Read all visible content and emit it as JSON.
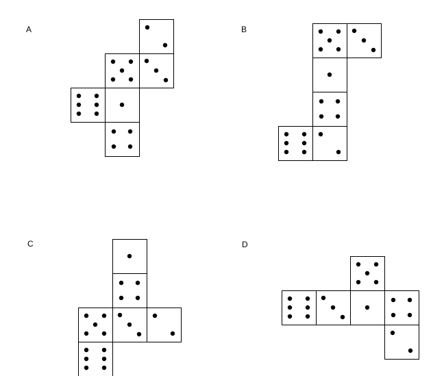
{
  "options": [
    {
      "label": "A",
      "nets": [
        {
          "col": 2,
          "row": 0,
          "pips": 2
        },
        {
          "col": 1,
          "row": 1,
          "pips": 5
        },
        {
          "col": 2,
          "row": 1,
          "pips": 3
        },
        {
          "col": 0,
          "row": 2,
          "pips": 6
        },
        {
          "col": 1,
          "row": 2,
          "pips": 1
        },
        {
          "col": 1,
          "row": 3,
          "pips": 4
        }
      ]
    },
    {
      "label": "B",
      "nets": [
        {
          "col": 1,
          "row": 0,
          "pips": 5
        },
        {
          "col": 2,
          "row": 0,
          "pips": 3
        },
        {
          "col": 1,
          "row": 1,
          "pips": 1
        },
        {
          "col": 1,
          "row": 2,
          "pips": 4
        },
        {
          "col": 0,
          "row": 3,
          "pips": 6
        },
        {
          "col": 1,
          "row": 3,
          "pips": 2
        }
      ]
    },
    {
      "label": "C",
      "nets": [
        {
          "col": 1,
          "row": 0,
          "pips": 1
        },
        {
          "col": 1,
          "row": 1,
          "pips": 4
        },
        {
          "col": 0,
          "row": 2,
          "pips": 5
        },
        {
          "col": 1,
          "row": 2,
          "pips": 3
        },
        {
          "col": 2,
          "row": 2,
          "pips": 2
        },
        {
          "col": 0,
          "row": 3,
          "pips": 6
        }
      ]
    },
    {
      "label": "D",
      "nets": [
        {
          "col": 2,
          "row": 0,
          "pips": 5
        },
        {
          "col": 0,
          "row": 1,
          "pips": 6
        },
        {
          "col": 1,
          "row": 1,
          "pips": 3
        },
        {
          "col": 2,
          "row": 1,
          "pips": 1
        },
        {
          "col": 3,
          "row": 1,
          "pips": 4
        },
        {
          "col": 3,
          "row": 2,
          "pips": 2
        }
      ]
    }
  ]
}
